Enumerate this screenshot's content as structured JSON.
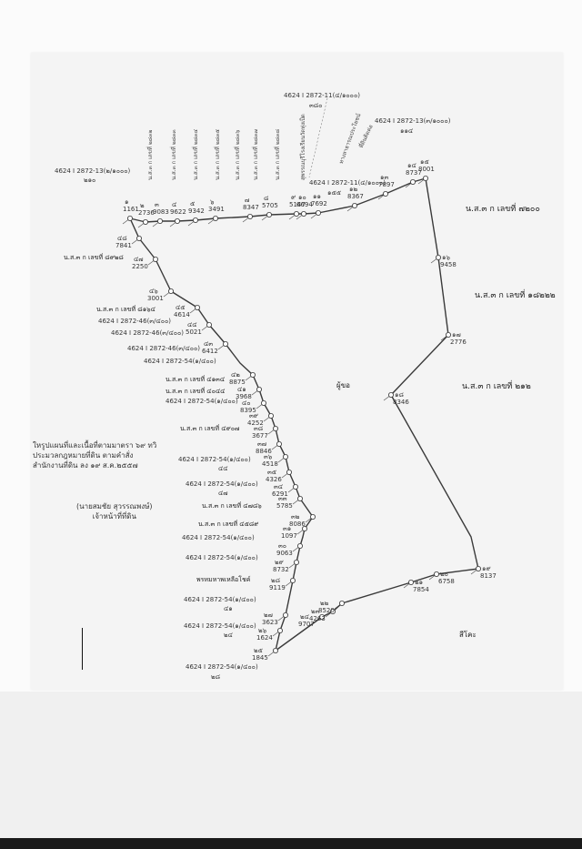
{
  "left_parcel_labels": [
    {
      "text": "น.ส.๓ ก เลขที่ ๘๙๒๘"
    },
    {
      "text": "น.ส.๓ ก เลขที่ ๘๑๖๔"
    },
    {
      "text": "น.ส.๓ ก เลขที่ ๔๑๓๔"
    },
    {
      "text": "น.ส.๓ ก เลขที่ ๔๐๔๔"
    },
    {
      "text": "น.ส.๓ ก เลขที่ ๔๙๐๗"
    },
    {
      "text": "น.ส.๓ ก เลขที่ ๔๗๘๖"
    },
    {
      "text": "น.ส.๓ ก เลขที่ ๔๕๘๙"
    },
    {
      "text": "พรหมหาพเหลือโชค์"
    }
  ],
  "right_parcel_labels": [
    {
      "text": "น.ส.๓ ก เลขที่ ๗๒๐๐"
    },
    {
      "text": "น.ส.๓ ก เลขที่ ๑๘๒๒๒"
    },
    {
      "text": "น.ส.๓ ก เลขที่ ๒๑๒"
    }
  ],
  "sheet_refs": [
    {
      "text": "4624 I 2872-13(๒/๑๐๐๐)"
    },
    {
      "text": "๒๑๐"
    },
    {
      "text": "4624 I 2872-11(๔/๑๐๐๐)"
    },
    {
      "text": "๓๘๐"
    },
    {
      "text": "4624 I 2872-13(๓/๑๐๐๐)"
    },
    {
      "text": "๑๑๔"
    },
    {
      "text": "4624 I 2872-11(๔/๑๐๐๐)"
    },
    {
      "text": "๑๕๕"
    },
    {
      "text": "4624 I 2872-46(๓/๔๐๐)"
    },
    {
      "text": "4624 I 2872-46(๓/๔๐๐)"
    },
    {
      "text": "4624 I 2872-46(๓/๔๐๐)"
    },
    {
      "text": "4624 I 2872-54(๑/๔๐๐)"
    },
    {
      "text": "4624 I 2872-54(๑/๔๐๐)"
    },
    {
      "text": "4624 I 2872-54(๑/๔๐๐)"
    },
    {
      "text": "๔๔"
    },
    {
      "text": "4624 I 2872-54(๑/๔๐๐)"
    },
    {
      "text": "๔๗"
    },
    {
      "text": "4624 I 2872-54(๑/๔๐๐)"
    },
    {
      "text": "4624 I 2872-54(๑/๔๐๐)"
    },
    {
      "text": "4624 I 2872-54(๑/๔๐๐)"
    },
    {
      "text": "๔๑"
    },
    {
      "text": "4624 I 2872-54(๑/๔๐๐)"
    },
    {
      "text": "๒๔"
    },
    {
      "text": "4624 I 2872-54(๑/๔๐๐)"
    },
    {
      "text": "๒๘"
    }
  ],
  "top_vertical_labels": [
    {
      "text": "น.ส.๓ ก เลขที่ ๒๘๓๒"
    },
    {
      "text": "น.ส.๓ ก เลขที่ ๒๘๓๓"
    },
    {
      "text": "น.ส.๓ ก เลขที่ ๒๘๓๔"
    },
    {
      "text": "น.ส.๓ ก เลขที่ ๒๘๓๕"
    },
    {
      "text": "น.ส.๓ ก เลขที่ ๒๘๓๖"
    },
    {
      "text": "น.ส.๓ ก เลขที่ ๒๘๓๗"
    },
    {
      "text": "น.ส.๓ ก เลขที่ ๒๘๓๘"
    },
    {
      "text": "สุพรรณบุรีโรงเรียนวัดทุ่งเป็ด"
    },
    {
      "text": "ทางสาธารณประโยชน์"
    },
    {
      "text": "ที่ดินติดต่อ"
    }
  ],
  "interior_labels": [
    {
      "text": "ผู้ขอ"
    },
    {
      "text": "สีโคะ"
    }
  ],
  "note_block": {
    "line1": "ใหรูปแผนที่และเนื้อที่ตามมาตรา ๖๙ ทวิ",
    "line2": "ประมวลกฎหมายที่ดิน ตามคำสั่ง",
    "line3": "สำนักงานที่ดิน ลง ๑๙ ส.ค.๒๕๕๗",
    "sig1": "(นายสมชัย สุวรรณพงษ์)",
    "sig2": "เจ้าหน้าที่ที่ดิน"
  },
  "markers": [
    {
      "text": "๑",
      "num": "1161"
    },
    {
      "text": "๒",
      "num": "2736"
    },
    {
      "text": "๓",
      "num": "9083"
    },
    {
      "text": "๔",
      "num": "9622"
    },
    {
      "text": "๕",
      "num": "9342"
    },
    {
      "text": "๖",
      "num": "3491"
    },
    {
      "text": "๗",
      "num": "8347"
    },
    {
      "text": "๘",
      "num": "5705"
    },
    {
      "text": "๙",
      "num": "5147"
    },
    {
      "text": "๑๐",
      "num": "6694"
    },
    {
      "text": "๑๑",
      "num": "7692"
    },
    {
      "text": "๑๒",
      "num": "8367"
    },
    {
      "text": "๑๓",
      "num": "7897"
    },
    {
      "text": "๑๔",
      "num": "8737"
    },
    {
      "text": "๑๕",
      "num": "8001"
    },
    {
      "text": "๑๖",
      "num": "9458"
    },
    {
      "text": "๑๗",
      "num": "2776"
    },
    {
      "text": "๑๘",
      "num": "8346"
    },
    {
      "text": "๑๙",
      "num": "8137"
    },
    {
      "text": "๒๐",
      "num": "6758"
    },
    {
      "text": "๒๑",
      "num": "7854"
    },
    {
      "text": "๒๒",
      "num": "8520"
    },
    {
      "text": "๒๓",
      "num": "4263"
    },
    {
      "text": "๒๔",
      "num": "9707"
    },
    {
      "text": "๒๕",
      "num": "1845"
    },
    {
      "text": "๒๖",
      "num": "1624"
    },
    {
      "text": "๒๗",
      "num": "3623"
    },
    {
      "text": "๒๘",
      "num": "9119"
    },
    {
      "text": "๒๙",
      "num": "8732"
    },
    {
      "text": "๓๐",
      "num": "9063"
    },
    {
      "text": "๓๑",
      "num": "1097"
    },
    {
      "text": "๓๒",
      "num": "8086"
    },
    {
      "text": "๓๓",
      "num": "5785"
    },
    {
      "text": "๓๔",
      "num": "6291"
    },
    {
      "text": "๓๕",
      "num": "4326"
    },
    {
      "text": "๓๖",
      "num": "4518"
    },
    {
      "text": "๓๗",
      "num": "8846"
    },
    {
      "text": "๓๘",
      "num": "3677"
    },
    {
      "text": "๓๙",
      "num": "4252"
    },
    {
      "text": "๔๐",
      "num": "8395"
    },
    {
      "text": "๔๑",
      "num": "3968"
    },
    {
      "text": "๔๒",
      "num": "8875"
    },
    {
      "text": "๔๓",
      "num": "6412"
    },
    {
      "text": "๔๔",
      "num": "5021"
    },
    {
      "text": "๔๕",
      "num": "4614"
    },
    {
      "text": "๔๖",
      "num": "3001"
    },
    {
      "text": "๔๗",
      "num": "2250"
    },
    {
      "text": "๔๘",
      "num": "7841"
    }
  ]
}
